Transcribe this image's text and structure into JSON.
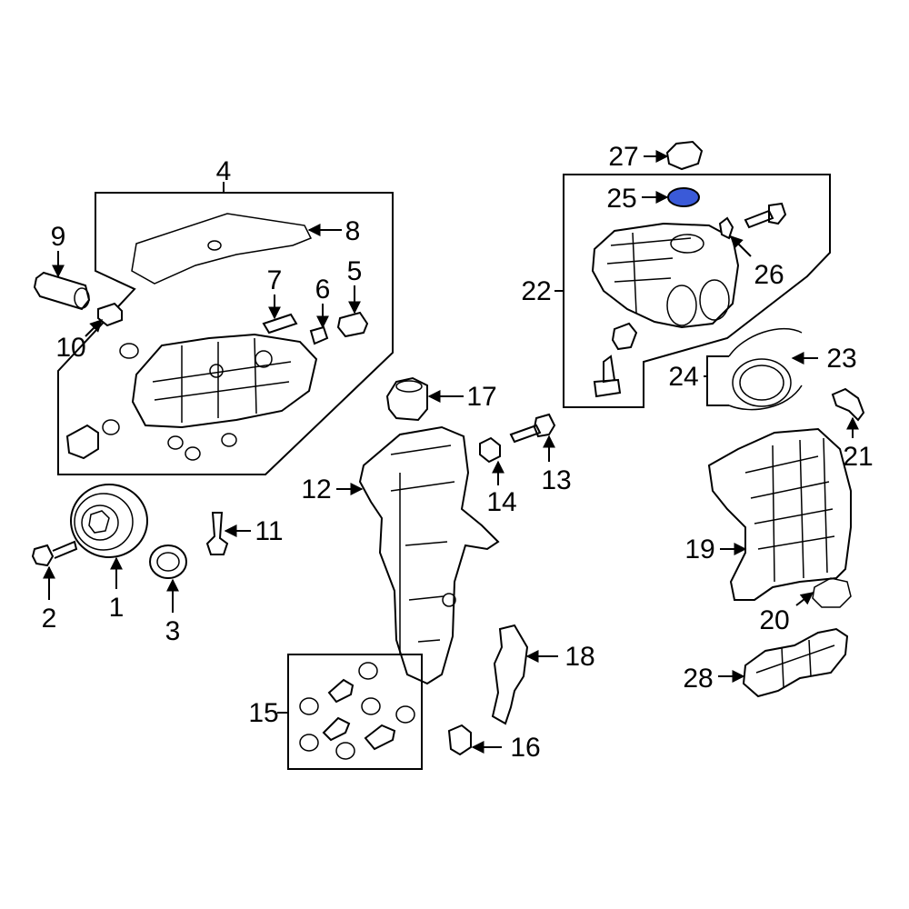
{
  "diagram": {
    "callouts": {
      "c1": "1",
      "c2": "2",
      "c3": "3",
      "c4": "4",
      "c5": "5",
      "c6": "6",
      "c7": "7",
      "c8": "8",
      "c9": "9",
      "c10": "10",
      "c11": "11",
      "c12": "12",
      "c13": "13",
      "c14": "14",
      "c15": "15",
      "c16": "16",
      "c17": "17",
      "c18": "18",
      "c19": "19",
      "c20": "20",
      "c21": "21",
      "c22": "22",
      "c23": "23",
      "c24": "24",
      "c25": "25",
      "c26": "26",
      "c27": "27",
      "c28": "28"
    },
    "highlighted_part": "25",
    "colors": {
      "highlight_fill": "#3a5ad8",
      "line": "#000000",
      "background": "#ffffff"
    }
  }
}
